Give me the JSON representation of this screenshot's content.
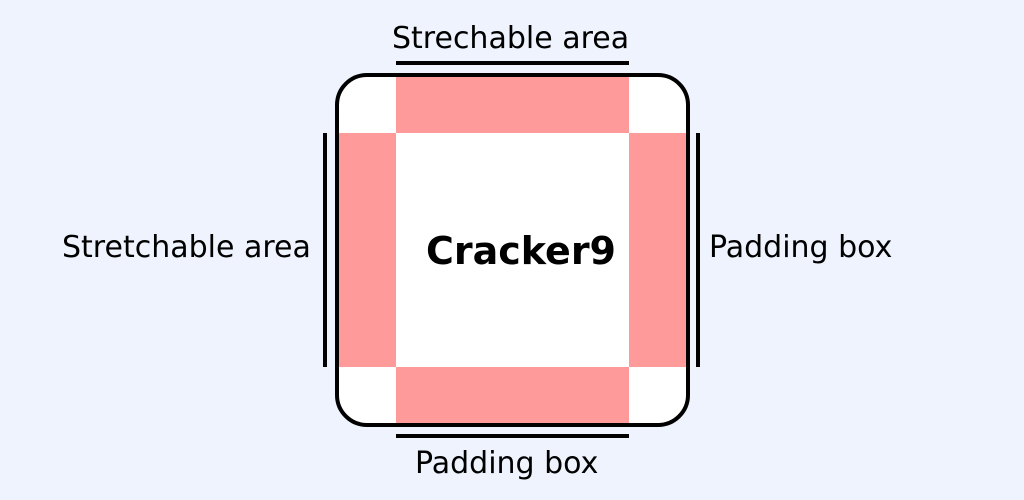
{
  "labels": {
    "top": "Strechable area",
    "left": "Stretchable area",
    "right": "Padding box",
    "bottom": "Padding box",
    "center": "Cracker9"
  },
  "colors": {
    "background": "#eef3fd",
    "stretch_fill": "#ff9a9a",
    "box_fill": "#ffffff",
    "stroke": "#000000"
  }
}
